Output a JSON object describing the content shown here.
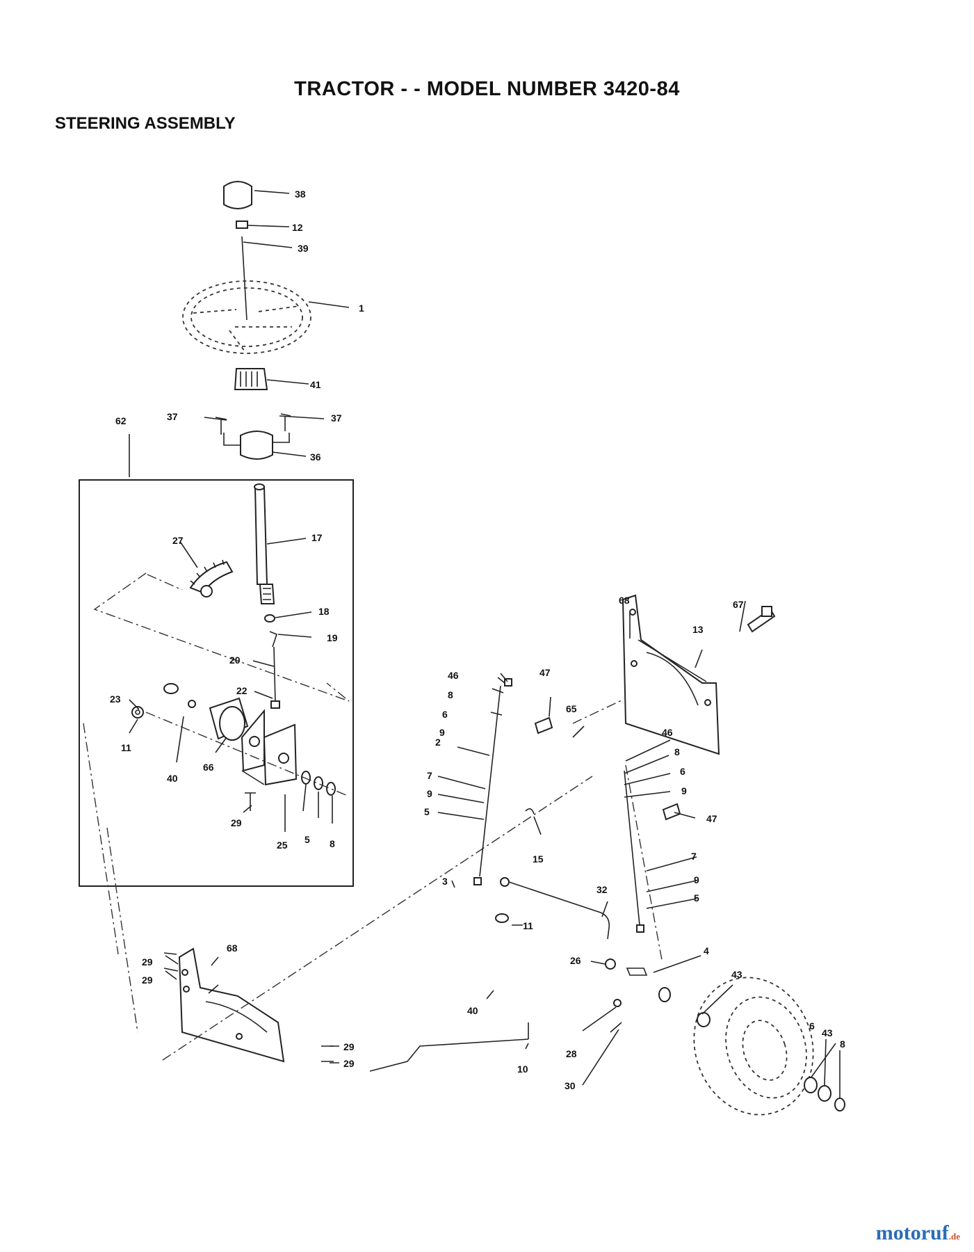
{
  "title": "TRACTOR - - MODEL NUMBER 3420-84",
  "subtitle": "STEERING ASSEMBLY",
  "callouts": [
    {
      "id": "c-38",
      "label": "38"
    },
    {
      "id": "c-12",
      "label": "12"
    },
    {
      "id": "c-39",
      "label": "39"
    },
    {
      "id": "c-1",
      "label": "1"
    },
    {
      "id": "c-41",
      "label": "41"
    },
    {
      "id": "c-37a",
      "label": "37"
    },
    {
      "id": "c-37b",
      "label": "37"
    },
    {
      "id": "c-36",
      "label": "36"
    },
    {
      "id": "c-62",
      "label": "62"
    },
    {
      "id": "c-17",
      "label": "17"
    },
    {
      "id": "c-27",
      "label": "27"
    },
    {
      "id": "c-18",
      "label": "18"
    },
    {
      "id": "c-19",
      "label": "19"
    },
    {
      "id": "c-20",
      "label": "20"
    },
    {
      "id": "c-22",
      "label": "22"
    },
    {
      "id": "c-23",
      "label": "23"
    },
    {
      "id": "c-11a",
      "label": "11"
    },
    {
      "id": "c-40a",
      "label": "40"
    },
    {
      "id": "c-66",
      "label": "66"
    },
    {
      "id": "c-29a",
      "label": "29"
    },
    {
      "id": "c-25",
      "label": "25"
    },
    {
      "id": "c-5a",
      "label": "5"
    },
    {
      "id": "c-8a",
      "label": "8"
    },
    {
      "id": "c-68a",
      "label": "68"
    },
    {
      "id": "c-13",
      "label": "13"
    },
    {
      "id": "c-67",
      "label": "67"
    },
    {
      "id": "c-46a",
      "label": "46"
    },
    {
      "id": "c-8b",
      "label": "8"
    },
    {
      "id": "c-6a",
      "label": "6"
    },
    {
      "id": "c-9a",
      "label": "9"
    },
    {
      "id": "c-47a",
      "label": "47"
    },
    {
      "id": "c-65",
      "label": "65"
    },
    {
      "id": "c-2",
      "label": "2"
    },
    {
      "id": "c-7a",
      "label": "7"
    },
    {
      "id": "c-9b",
      "label": "9"
    },
    {
      "id": "c-5b",
      "label": "5"
    },
    {
      "id": "c-46b",
      "label": "46"
    },
    {
      "id": "c-8c",
      "label": "8"
    },
    {
      "id": "c-6b",
      "label": "6"
    },
    {
      "id": "c-9c",
      "label": "9"
    },
    {
      "id": "c-47b",
      "label": "47"
    },
    {
      "id": "c-15",
      "label": "15"
    },
    {
      "id": "c-7b",
      "label": "7"
    },
    {
      "id": "c-9d",
      "label": "9"
    },
    {
      "id": "c-5c",
      "label": "5"
    },
    {
      "id": "c-3",
      "label": "3"
    },
    {
      "id": "c-32",
      "label": "32"
    },
    {
      "id": "c-11b",
      "label": "11"
    },
    {
      "id": "c-4",
      "label": "4"
    },
    {
      "id": "c-26",
      "label": "26"
    },
    {
      "id": "c-43a",
      "label": "43"
    },
    {
      "id": "c-29b",
      "label": "29"
    },
    {
      "id": "c-29c",
      "label": "29"
    },
    {
      "id": "c-68b",
      "label": "68"
    },
    {
      "id": "c-40b",
      "label": "40"
    },
    {
      "id": "c-29d",
      "label": "29"
    },
    {
      "id": "c-29e",
      "label": "29"
    },
    {
      "id": "c-28",
      "label": "28"
    },
    {
      "id": "c-10",
      "label": "10"
    },
    {
      "id": "c-30",
      "label": "30"
    },
    {
      "id": "c-6c",
      "label": "6"
    },
    {
      "id": "c-43b",
      "label": "43"
    },
    {
      "id": "c-8d",
      "label": "8"
    }
  ],
  "watermark": {
    "main": "motoruf",
    "tld": ".de"
  }
}
